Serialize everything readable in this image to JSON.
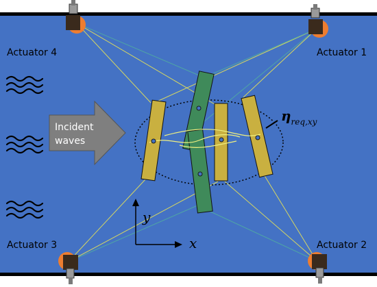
{
  "actuators": [
    {
      "label": "Actuator 4"
    },
    {
      "label": "Actuator 1"
    },
    {
      "label": "Actuator 3"
    },
    {
      "label": "Actuator 2"
    }
  ],
  "incident": {
    "line1": "Incident",
    "line2": "waves"
  },
  "axes": {
    "x": "x",
    "y": "y"
  },
  "eta": {
    "symbol": "η",
    "subscript": "req,xy"
  },
  "colors": {
    "water": "#4472c4",
    "actuator_orange": "#ed7d31",
    "actuator_dark": "#3a2a1c",
    "body_yellow": "#c9b040",
    "body_green": "#3f8a5a",
    "mooring_yellow": "#d8d860",
    "mooring_teal": "#4fa6a4",
    "arrow_gray": "#7f7f7f",
    "wall": "#000000"
  }
}
